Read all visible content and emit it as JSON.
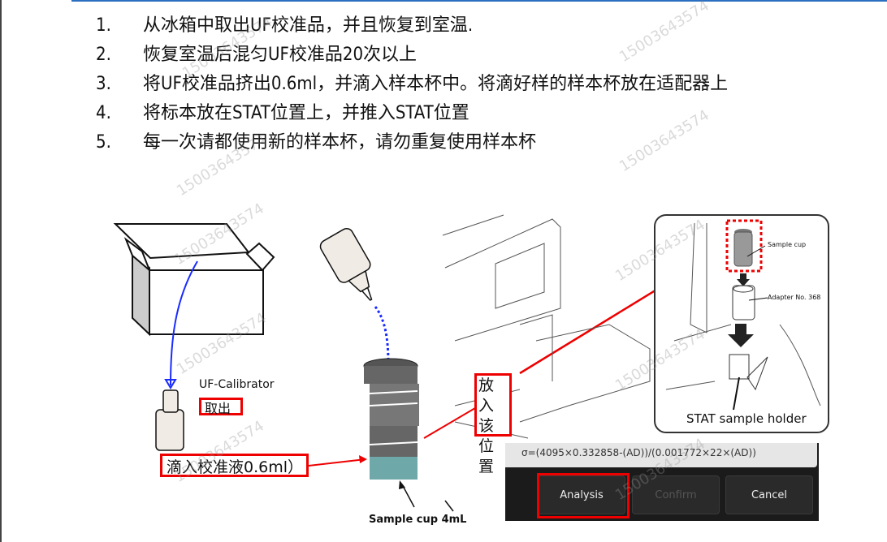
{
  "steps": [
    {
      "num": "1.",
      "text": "从冰箱中取出UF校准品，并且恢复到室温."
    },
    {
      "num": "2.",
      "text": "恢复室温后混匀UF校准品20次以上"
    },
    {
      "num": "3.",
      "text": "将UF校准品挤出0.6ml，并滴入样本杯中。将滴好样的样本杯放在适配器上"
    },
    {
      "num": "4.",
      "text": "将标本放在STAT位置上，并推入STAT位置"
    },
    {
      "num": "5.",
      "text": "每一次请都使用新的样本杯，请勿重复使用样本杯"
    }
  ],
  "figure": {
    "calibrator_label": "UF-Calibrator",
    "take_out_label": "取出",
    "drop_label": "滴入校准液0.6ml）",
    "sample_cup_label": "Sample cup 4mL",
    "place_label": "放入该位置",
    "inset_sample_cup": "Sample cup",
    "inset_adapter": "Adapter No. 368",
    "inset_holder": "STAT sample holder"
  },
  "screen": {
    "formula": "σ=(4095×0.332858-(AD))/(0.001772×22×(AD))",
    "analysis_label": "Analysis",
    "confirm_label": "Confirm",
    "cancel_label": "Cancel"
  },
  "watermark": "15003643574",
  "colors": {
    "accent_red": "#e00000",
    "arrow_blue": "#1a2bff",
    "rule_blue": "#2a6fc0"
  }
}
